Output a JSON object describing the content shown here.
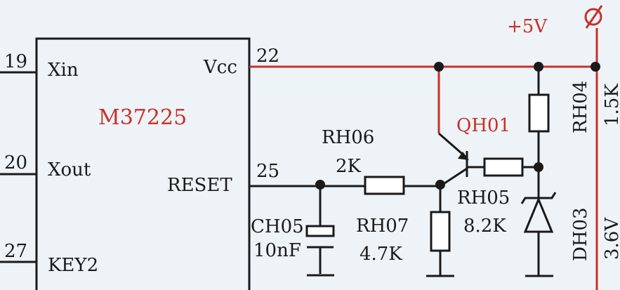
{
  "ic": {
    "name": "M37225",
    "pins": {
      "xin": {
        "number": "19",
        "label": "Xin"
      },
      "xout": {
        "number": "20",
        "label": "Xout"
      },
      "key2": {
        "number": "27",
        "label": "KEY2"
      },
      "vcc": {
        "number": "22",
        "label": "Vcc"
      },
      "reset": {
        "number": "25",
        "label": "RESET"
      }
    }
  },
  "supply": {
    "label": "+5V"
  },
  "components": {
    "rh06": {
      "ref": "RH06",
      "value": "2K"
    },
    "rh07": {
      "ref": "RH07",
      "value": "4.7K"
    },
    "rh05": {
      "ref": "RH05",
      "value": "8.2K"
    },
    "rh04": {
      "ref": "RH04",
      "value": "1.5K"
    },
    "ch05": {
      "ref": "CH05",
      "value": "10nF"
    },
    "qh01": {
      "ref": "QH01"
    },
    "dh03": {
      "ref": "DH03",
      "value": "3.6V"
    }
  },
  "colors": {
    "wire": "#1a1a1a",
    "power": "#c8302a",
    "background": "#eef3f7"
  }
}
